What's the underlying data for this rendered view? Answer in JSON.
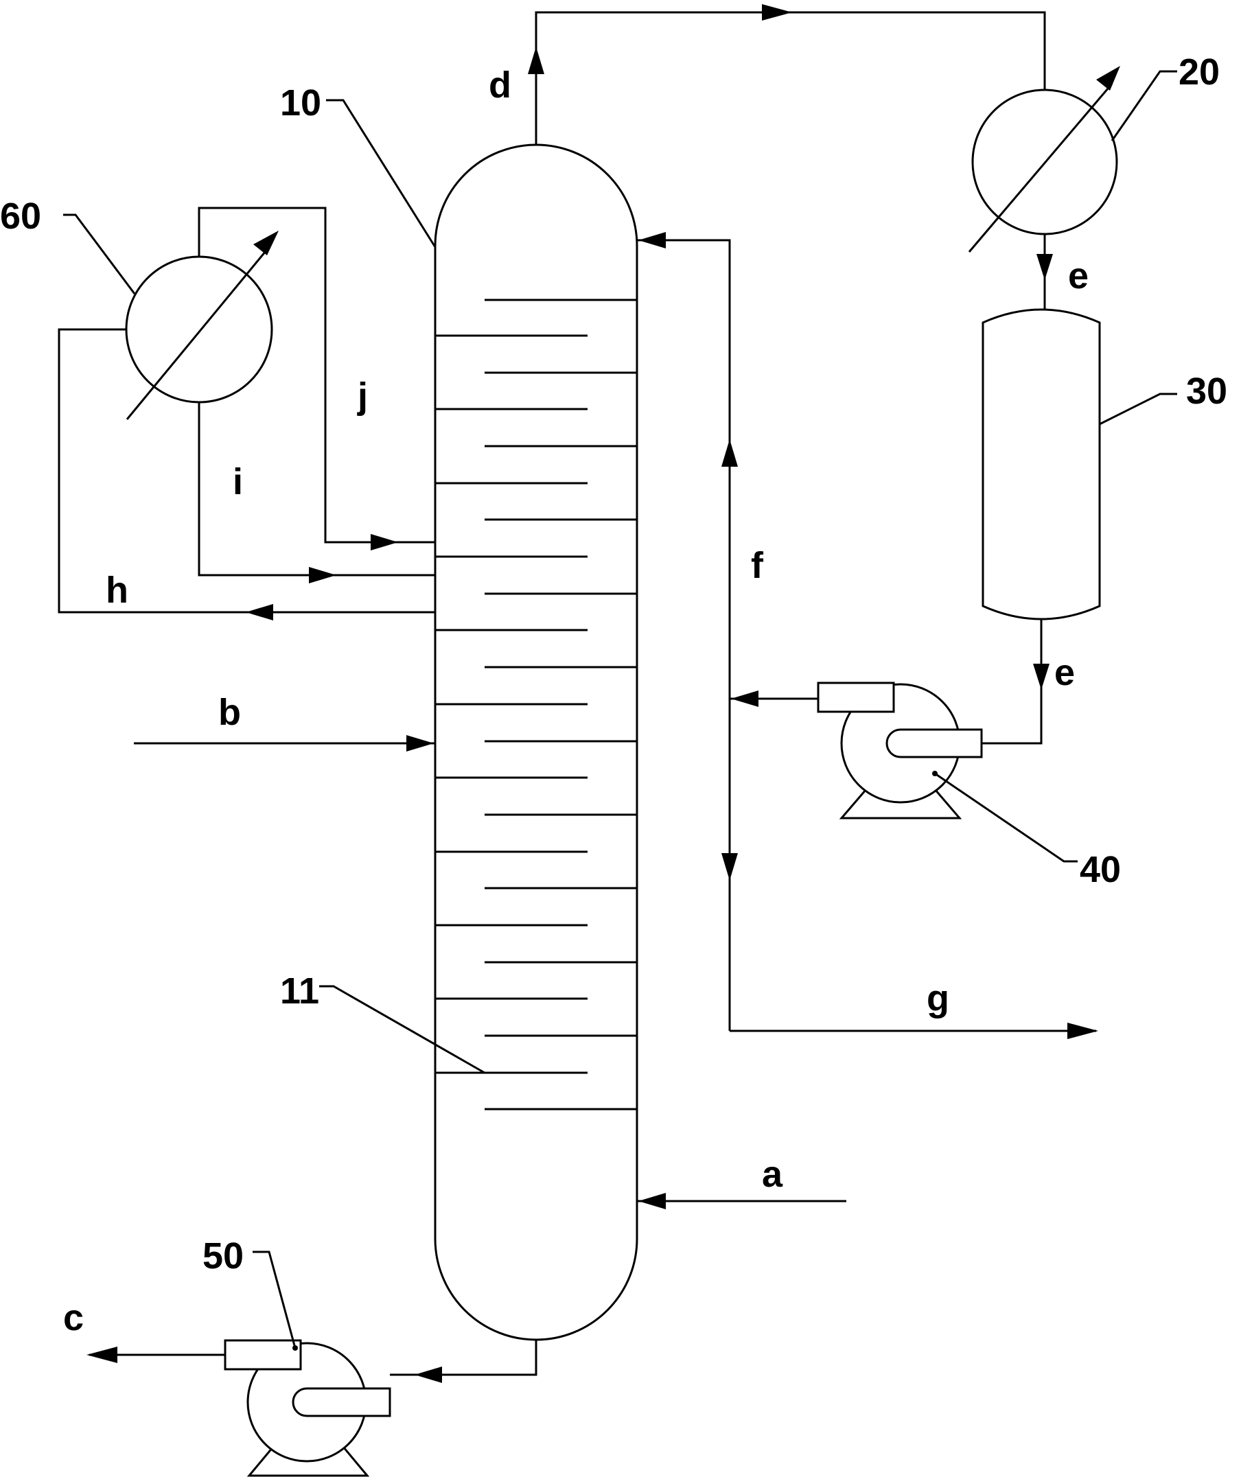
{
  "equipment_labels": {
    "column": "10",
    "trays": "11",
    "condenser": "20",
    "reflux_drum": "30",
    "reflux_pump": "40",
    "bottoms_pump": "50",
    "side_heater": "60"
  },
  "stream_labels": {
    "a": "a",
    "b": "b",
    "c": "c",
    "d": "d",
    "e": "e",
    "f": "f",
    "g": "g",
    "h": "h",
    "i": "i",
    "j": "j"
  }
}
